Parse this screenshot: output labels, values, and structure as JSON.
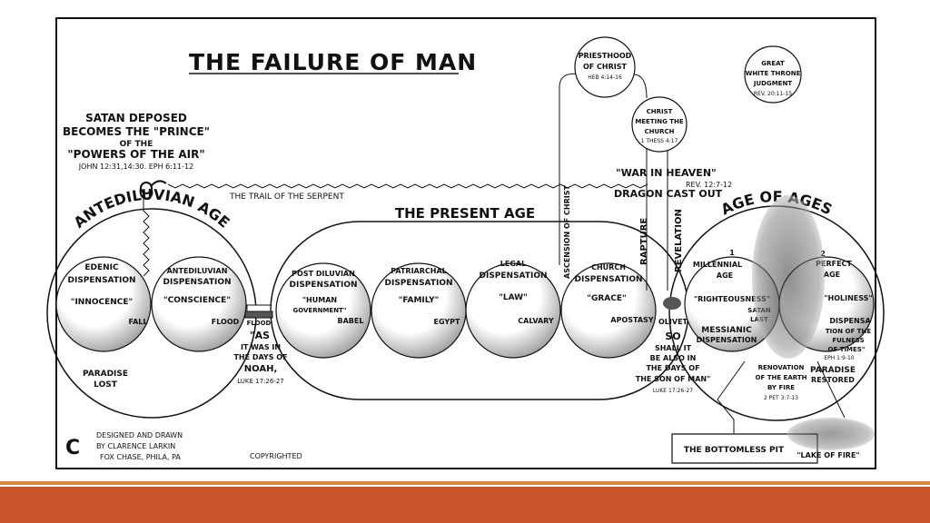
{
  "title": "THE FAILURE OF MAN",
  "satan": {
    "line1": "SATAN DEPOSED",
    "line2": "BECOMES THE \"PRINCE\"",
    "line3": "OF THE",
    "line4": "\"POWERS OF THE AIR\"",
    "ref": "JOHN 12:31,14:30. EPH 6:11-12"
  },
  "trail": "THE TRAIL OF THE SERPENT",
  "antediluvian_age": "ANTEDILUVIAN AGE",
  "present_age": "THE PRESENT AGE",
  "age_of_ages": "AGE OF AGES",
  "dispensations": {
    "edenic": {
      "l1": "EDENIC",
      "l2": "DISPENSATION",
      "l3": "\"INNOCENCE\"",
      "end": "FALL"
    },
    "antediluvian": {
      "l1": "ANTEDILUVIAN",
      "l2": "DISPENSATION",
      "l3": "\"CONSCIENCE\"",
      "end": "FLOOD"
    },
    "postdiluvian": {
      "l1": "POST DILUVIAN",
      "l2": "DISPENSATION",
      "l3": "\"HUMAN",
      "l4": "GOVERNMENT\"",
      "end": "BABEL"
    },
    "patriarchal": {
      "l1": "PATRIARCHAL",
      "l2": "DISPENSATION",
      "l3": "\"FAMILY\"",
      "end": "EGYPT"
    },
    "legal": {
      "l1": "LEGAL",
      "l2": "DISPENSATION",
      "l3": "\"LAW\"",
      "end": "CALVARY"
    },
    "church": {
      "l1": "CHURCH",
      "l2": "DISPENSATION",
      "l3": "\"GRACE\"",
      "end": "APOSTASY"
    },
    "millennial": {
      "num": "1",
      "l1": "MILLENNIAL",
      "l2": "AGE",
      "l3": "\"RIGHTEOUSNESS\"",
      "l4": "SATAN",
      "l5": "LAST",
      "l6": "MESSIANIC",
      "l7": "DISPENSATION"
    },
    "perfect": {
      "num": "2",
      "l1": "PERFECT",
      "l2": "AGE",
      "l3": "\"HOLINESS\"",
      "l4": "DISPENSA",
      "l5": "TION OF THE",
      "l6": "FULNESS",
      "l7": "OF TIMES\"",
      "ref": "EPH 1:9-10"
    }
  },
  "paradise_lost": {
    "l1": "PARADISE",
    "l2": "LOST"
  },
  "paradise_restored": {
    "l1": "PARADISE",
    "l2": "RESTORED"
  },
  "flood_box": {
    "label": "FLOOD",
    "l1": "\"AS",
    "l2": "IT WAS IN",
    "l3": "THE DAYS OF",
    "l4": "NOAH,",
    "ref": "LUKE 17:26-27"
  },
  "olivet": {
    "label": "OLIVET",
    "l1": "SO",
    "l2": "SHALL IT",
    "l3": "BE ALSO IN",
    "l4": "THE DAYS OF",
    "l5": "THE SON OF MAN\"",
    "ref": "LUKE 17:26-27"
  },
  "priesthood": {
    "l1": "PRIESTHOOD",
    "l2": "OF CHRIST",
    "ref": "HEB 4:14-16"
  },
  "christ_meeting": {
    "l1": "CHRIST",
    "l2": "MEETING THE",
    "l3": "CHURCH",
    "ref": "1 THESS 4:17"
  },
  "great_white": {
    "l1": "GREAT",
    "l2": "WHITE THRONE",
    "l3": "JUDGMENT",
    "ref": "REV. 20:11-15"
  },
  "war_in_heaven": {
    "l1": "\"WAR IN HEAVEN\"",
    "ref": "REV. 12:7-12",
    "l2": "DRAGON CAST OUT"
  },
  "vertical": {
    "ascension": "ASCENSION OF CHRIST",
    "rapture": "RAPTURE",
    "revelation": "REVELATION"
  },
  "renovation": {
    "l1": "RENOVATION",
    "l2": "OF THE EARTH",
    "l3": "BY FIRE",
    "ref": "2 PET 3:7-13"
  },
  "pit": "THE BOTTOMLESS PIT",
  "lake": "\"LAKE OF FIRE\"",
  "credit": {
    "l1": "DESIGNED AND DRAWN",
    "l2": "BY CLARENCE LARKIN",
    "l3": "FOX CHASE, PHILA, PA",
    "mark": "C"
  },
  "copyright": "COPYRIGHTED",
  "colors": {
    "ink": "#111111",
    "footer_line": "#e0853f",
    "footer_bar": "#c8552a"
  }
}
